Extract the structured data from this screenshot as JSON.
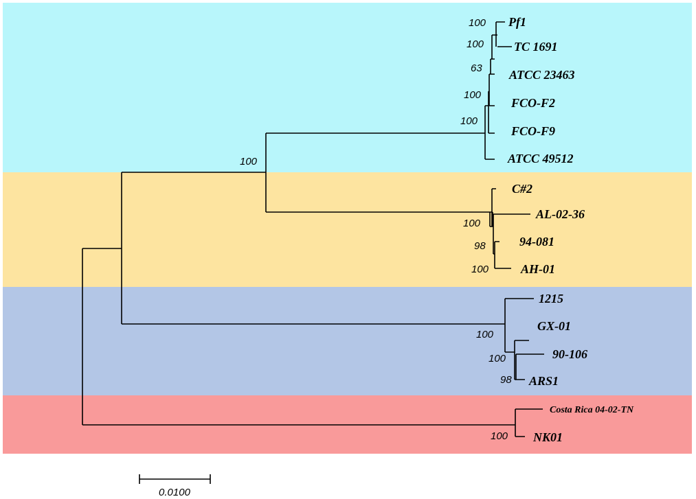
{
  "tree": {
    "clade_colors": {
      "cyan": "#b8f6fb",
      "yellow": "#fde4a0",
      "blue": "#b3c6e6",
      "red": "#f99a9a"
    },
    "taxa": [
      "Pf1",
      "TC 1691",
      "ATCC 23463",
      "FCO-F2",
      "FCO-F9",
      "ATCC 49512",
      "C#2",
      "AL-02-36",
      "94-081",
      "AH-01",
      "1215",
      "GX-01",
      "90-106",
      "ARS1",
      "Costa Rica 04-02-TN",
      "NK01"
    ],
    "bootstrap": [
      "100",
      "100",
      "63",
      "100",
      "100",
      "100",
      "100",
      "98",
      "100",
      "100",
      "100",
      "98",
      "100"
    ],
    "scale_bar_label": "0.0100"
  }
}
